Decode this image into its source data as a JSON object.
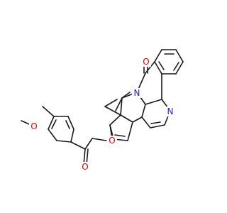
{
  "diagram": {
    "type": "chemical-structure",
    "colors": {
      "bond": "#1a1a1a",
      "oxygen": "#e00000",
      "nitrogen": "#2020d0",
      "background": "#ffffff"
    },
    "atom_labels": {
      "o_carbonyl_top": "O",
      "o_carbonyl_ketone": "O",
      "o_ether": "O",
      "o_methoxy": "O",
      "n_pyridine": "N",
      "n_indole": "N"
    }
  }
}
